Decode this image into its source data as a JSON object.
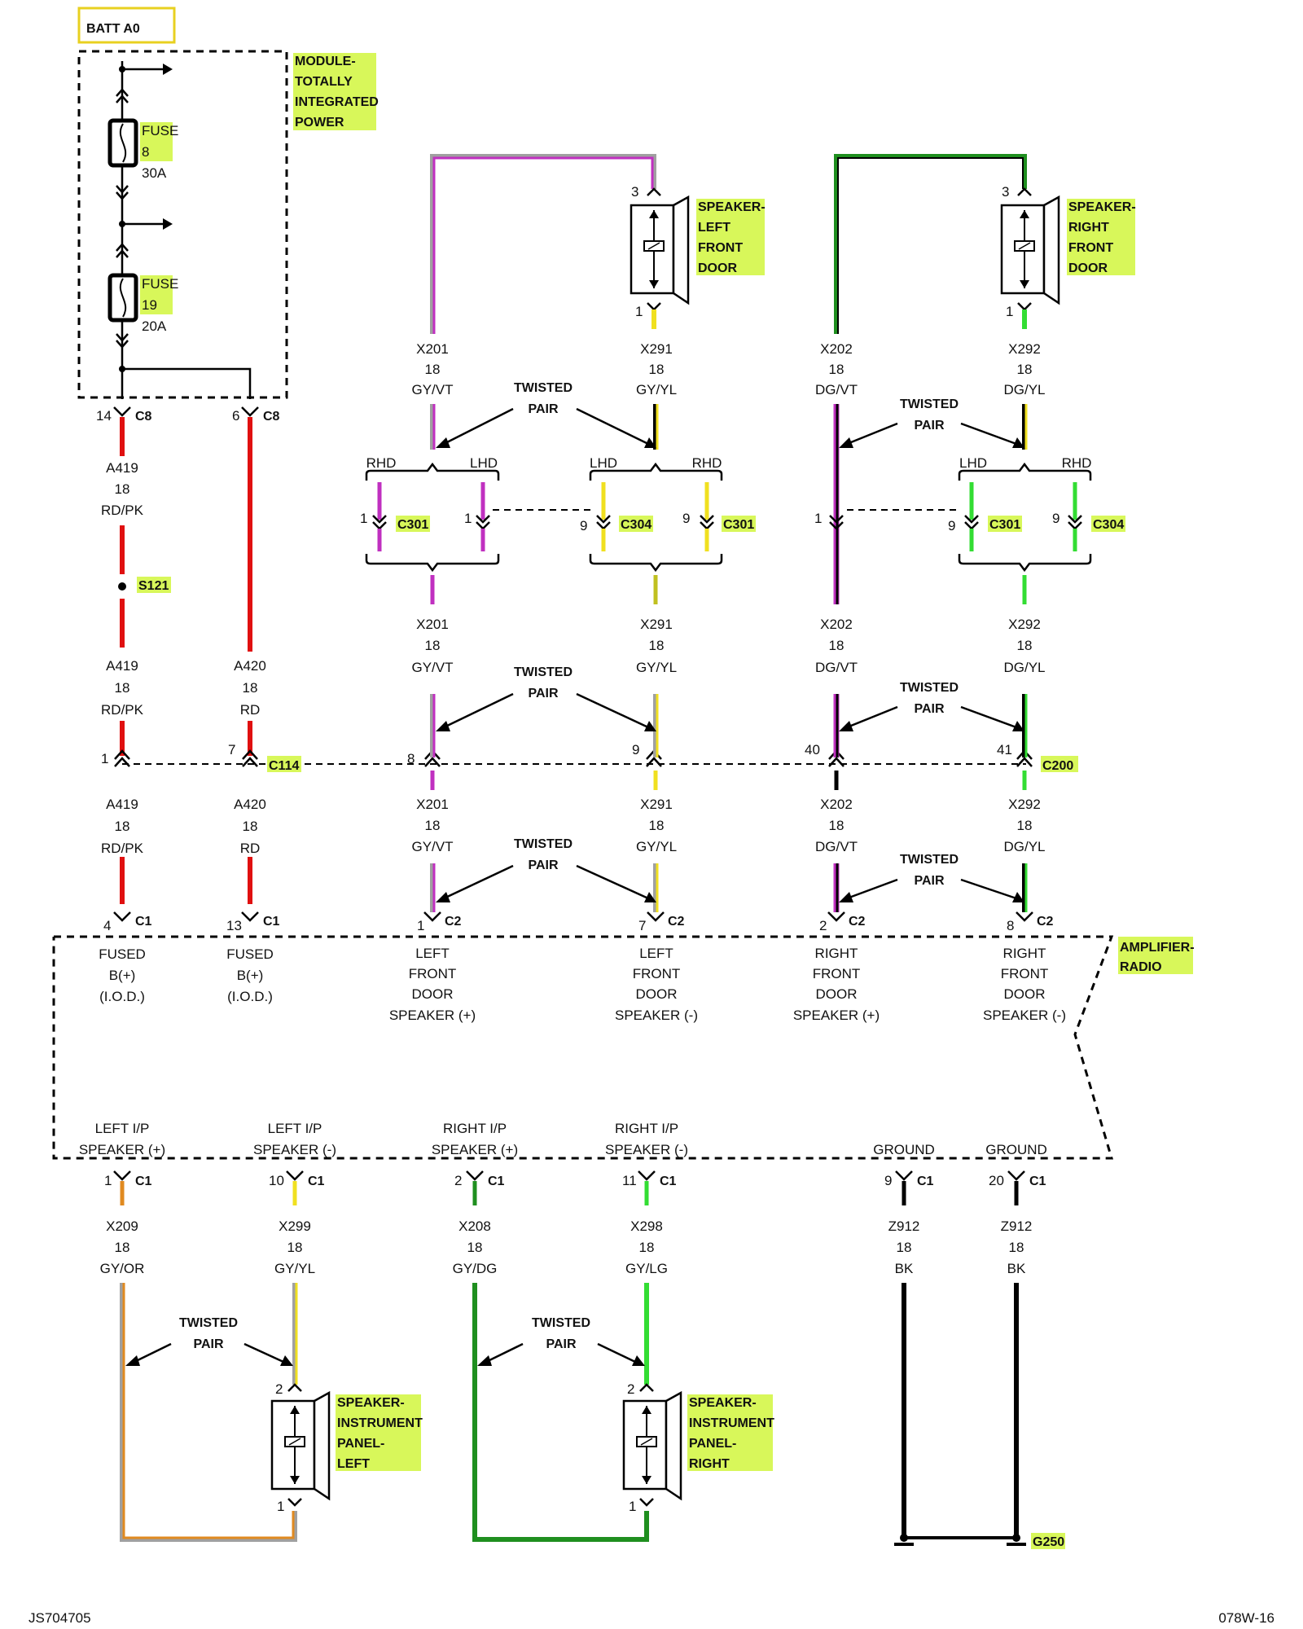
{
  "batt_label": "BATT A0",
  "ptm_module": [
    "MODULE-",
    "TOTALLY",
    "INTEGRATED",
    "POWER"
  ],
  "fuse8": {
    "line1": "FUSE",
    "line2": "8",
    "rating": "30A"
  },
  "fuse19": {
    "line1": "FUSE",
    "line2": "19",
    "rating": "20A"
  },
  "speaker_lf": [
    "SPEAKER-",
    "LEFT",
    "FRONT",
    "DOOR"
  ],
  "speaker_rf": [
    "SPEAKER-",
    "RIGHT",
    "FRONT",
    "DOOR"
  ],
  "speaker_ipl": [
    "SPEAKER-",
    "INSTRUMENT",
    "PANEL-",
    "LEFT"
  ],
  "speaker_ipr": [
    "SPEAKER-",
    "INSTRUMENT",
    "PANEL-",
    "RIGHT"
  ],
  "amp_label": [
    "AMPLIFIER-",
    "RADIO"
  ],
  "twisted": [
    "TWISTED",
    "PAIR"
  ],
  "rhd": "RHD",
  "lhd": "LHD",
  "pins": {
    "p1": "1",
    "p2": "2",
    "p3": "3",
    "p4": "4",
    "p6": "6",
    "p7": "7",
    "p8": "8",
    "p9": "9",
    "p10": "10",
    "p11": "11",
    "p13": "13",
    "p14": "14",
    "p20": "20",
    "p40": "40",
    "p41": "41"
  },
  "connectors": {
    "c8": "C8",
    "c1": "C1",
    "c2": "C2",
    "c114": "C114",
    "c200": "C200",
    "c301": "C301",
    "c304": "C304",
    "s121": "S121",
    "g250": "G250"
  },
  "wires": {
    "a419": [
      "A419",
      "18",
      "RD/PK"
    ],
    "a420": [
      "A420",
      "18",
      "RD"
    ],
    "x201": [
      "X201",
      "18",
      "GY/VT"
    ],
    "x291": [
      "X291",
      "18",
      "GY/YL"
    ],
    "x202": [
      "X202",
      "18",
      "DG/VT"
    ],
    "x292": [
      "X292",
      "18",
      "DG/YL"
    ],
    "x209": [
      "X209",
      "18",
      "GY/OR"
    ],
    "x299": [
      "X299",
      "18",
      "GY/YL"
    ],
    "x208": [
      "X208",
      "18",
      "GY/DG"
    ],
    "x298": [
      "X298",
      "18",
      "GY/LG"
    ],
    "z912": [
      "Z912",
      "18",
      "BK"
    ]
  },
  "amp_pins_top": {
    "fused1": [
      "FUSED",
      "B(+)",
      "(I.O.D.)"
    ],
    "fused2": [
      "FUSED",
      "B(+)",
      "(I.O.D.)"
    ],
    "lfp": [
      "LEFT",
      "FRONT",
      "DOOR",
      "SPEAKER (+)"
    ],
    "lfm": [
      "LEFT",
      "FRONT",
      "DOOR",
      "SPEAKER (-)"
    ],
    "rfp": [
      "RIGHT",
      "FRONT",
      "DOOR",
      "SPEAKER (+)"
    ],
    "rfm": [
      "RIGHT",
      "FRONT",
      "DOOR",
      "SPEAKER (-)"
    ]
  },
  "amp_pins_bottom": {
    "lip_p": [
      "LEFT I/P",
      "SPEAKER (+)"
    ],
    "lip_m": [
      "LEFT I/P",
      "SPEAKER (-)"
    ],
    "rip_p": [
      "RIGHT I/P",
      "SPEAKER (+)"
    ],
    "rip_m": [
      "RIGHT I/P",
      "SPEAKER (-)"
    ],
    "gnd1": "GROUND",
    "gnd2": "GROUND"
  },
  "footer_left": "JS704705",
  "footer_right": "078W-16",
  "colors": {
    "red": "#e01010",
    "violet": "#c030c0",
    "yellow": "#f0e020",
    "gray": "#a0a0a0",
    "green": "#1f8f1f",
    "lightgreen": "#33dd33",
    "orange": "#e08a20",
    "black": "#000000",
    "highlight": "#d8f75a",
    "batt_border": "#e8d020"
  }
}
